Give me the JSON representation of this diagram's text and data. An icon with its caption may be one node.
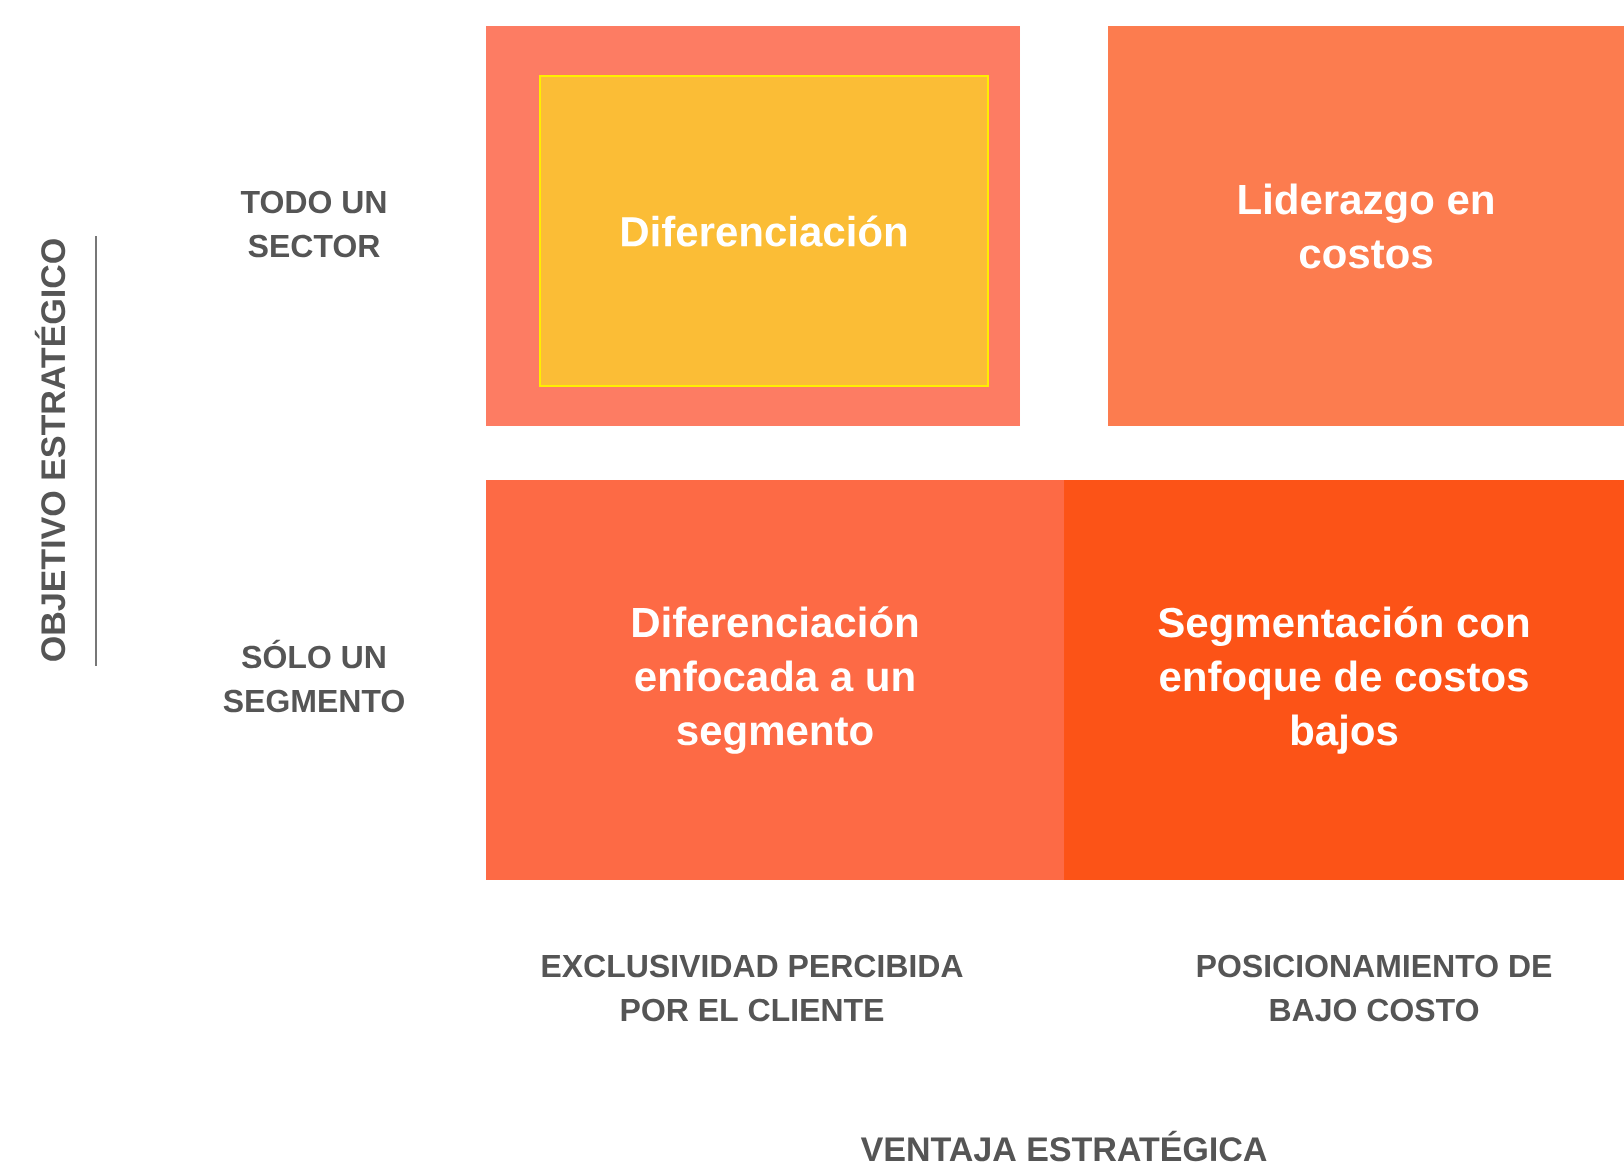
{
  "diagram": {
    "title": "VENTAJA ESTRATÉGICA",
    "nodes": [
      {
        "text": [],
        "shape": "box"
      },
      {
        "text": [
          "Diferenciación"
        ],
        "in": 0
      },
      {
        "text": [
          "Liderazgo en costos"
        ]
      },
      {
        "text": [
          "Diferenciación enfocada a un segmento"
        ]
      },
      {
        "text": [
          "Segmentación con enfoque de costos bajos"
        ]
      }
    ],
    "labels": [
      "OBJETIVO ESTRATÉGICO",
      "TODO UN SECTOR",
      "SÓLO UN SEGMENTO",
      "EXCLUSIVIDAD PERCIBIDA POR EL CLIENTE",
      "POSICIONAMIENTO DE BAJO COSTO"
    ]
  }
}
